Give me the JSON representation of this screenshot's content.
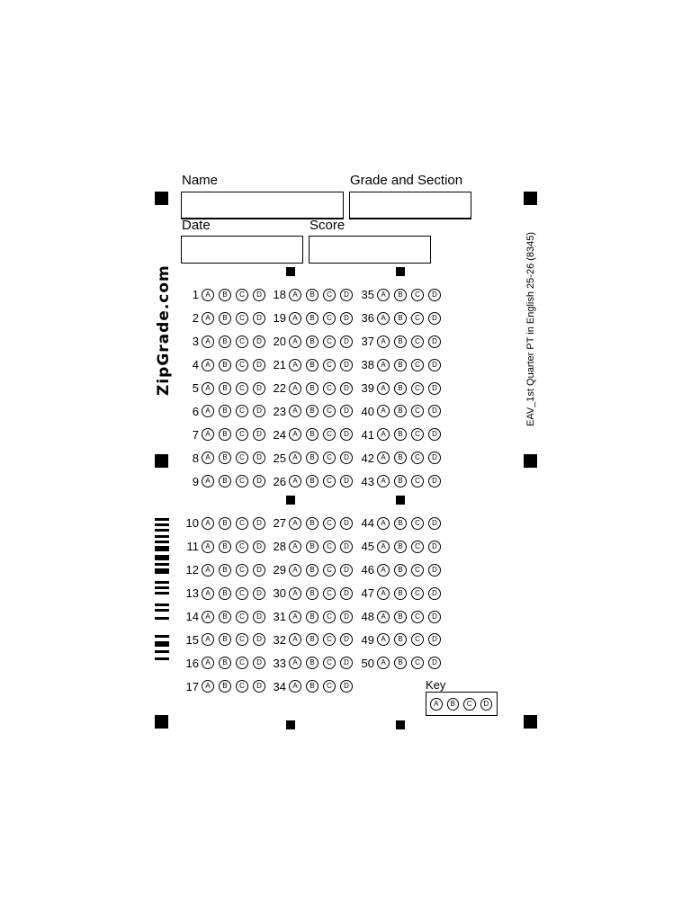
{
  "fields": {
    "name_label": "Name",
    "grade_section_label": "Grade and Section",
    "date_label": "Date",
    "score_label": "Score"
  },
  "logo_text": "ZipGrade.com",
  "side_title": "EAV_1st Quarter PT in English 25-26  (8345)",
  "choices": [
    "A",
    "B",
    "C",
    "D"
  ],
  "questions_top": [
    [
      1,
      2,
      3,
      4,
      5,
      6,
      7,
      8,
      9
    ],
    [
      18,
      19,
      20,
      21,
      22,
      23,
      24,
      25,
      26
    ],
    [
      35,
      36,
      37,
      38,
      39,
      40,
      41,
      42,
      43
    ]
  ],
  "questions_bottom": [
    [
      10,
      11,
      12,
      13,
      14,
      15,
      16,
      17
    ],
    [
      27,
      28,
      29,
      30,
      31,
      32,
      33,
      34
    ],
    [
      44,
      45,
      46,
      47,
      48,
      49,
      50
    ]
  ],
  "key": {
    "label": "Key",
    "choices": [
      "A",
      "B",
      "C",
      "D"
    ]
  }
}
